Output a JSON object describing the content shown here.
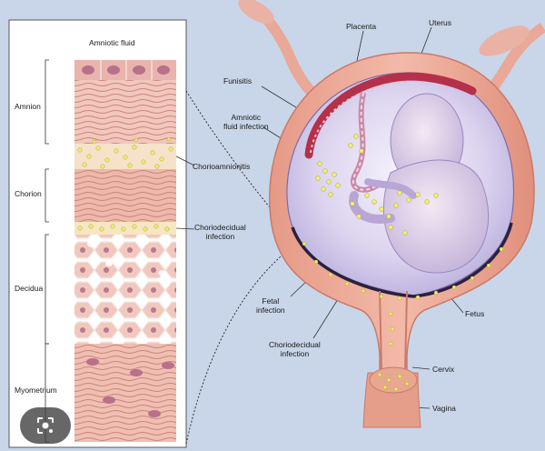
{
  "labels": {
    "amniotic_fluid": "Amniotic fluid",
    "amnion": "Amnion",
    "chorion": "Chorion",
    "decidua": "Decidua",
    "myometrium": "Myometrium",
    "chorioamnionitis": "Chorioamnionitis",
    "choriodecidual_infection_line1": "Choriodecidual",
    "choriodecidual_infection_line2": "infection",
    "funisitis": "Funisitis",
    "amniotic_fluid_infection_line1": "Amniotic",
    "amniotic_fluid_infection_line2": "fluid infection",
    "placenta": "Placenta",
    "uterus": "Uterus",
    "fetal_infection_line1": "Fetal",
    "fetal_infection_line2": "infection",
    "choriodecidual_infection2_line1": "Choriodecidual",
    "choriodecidual_infection2_line2": "infection",
    "fetus": "Fetus",
    "cervix": "Cervix",
    "vagina": "Vagina"
  },
  "colors": {
    "background": "#c9d6e9",
    "uterine_wall": "#e8a08c",
    "amniotic_sac": "#d7d0ec",
    "infection_dots": "#f2ef6a",
    "placenta": "#b5304a"
  },
  "icons": {
    "lens_button": "lens-search-icon"
  }
}
